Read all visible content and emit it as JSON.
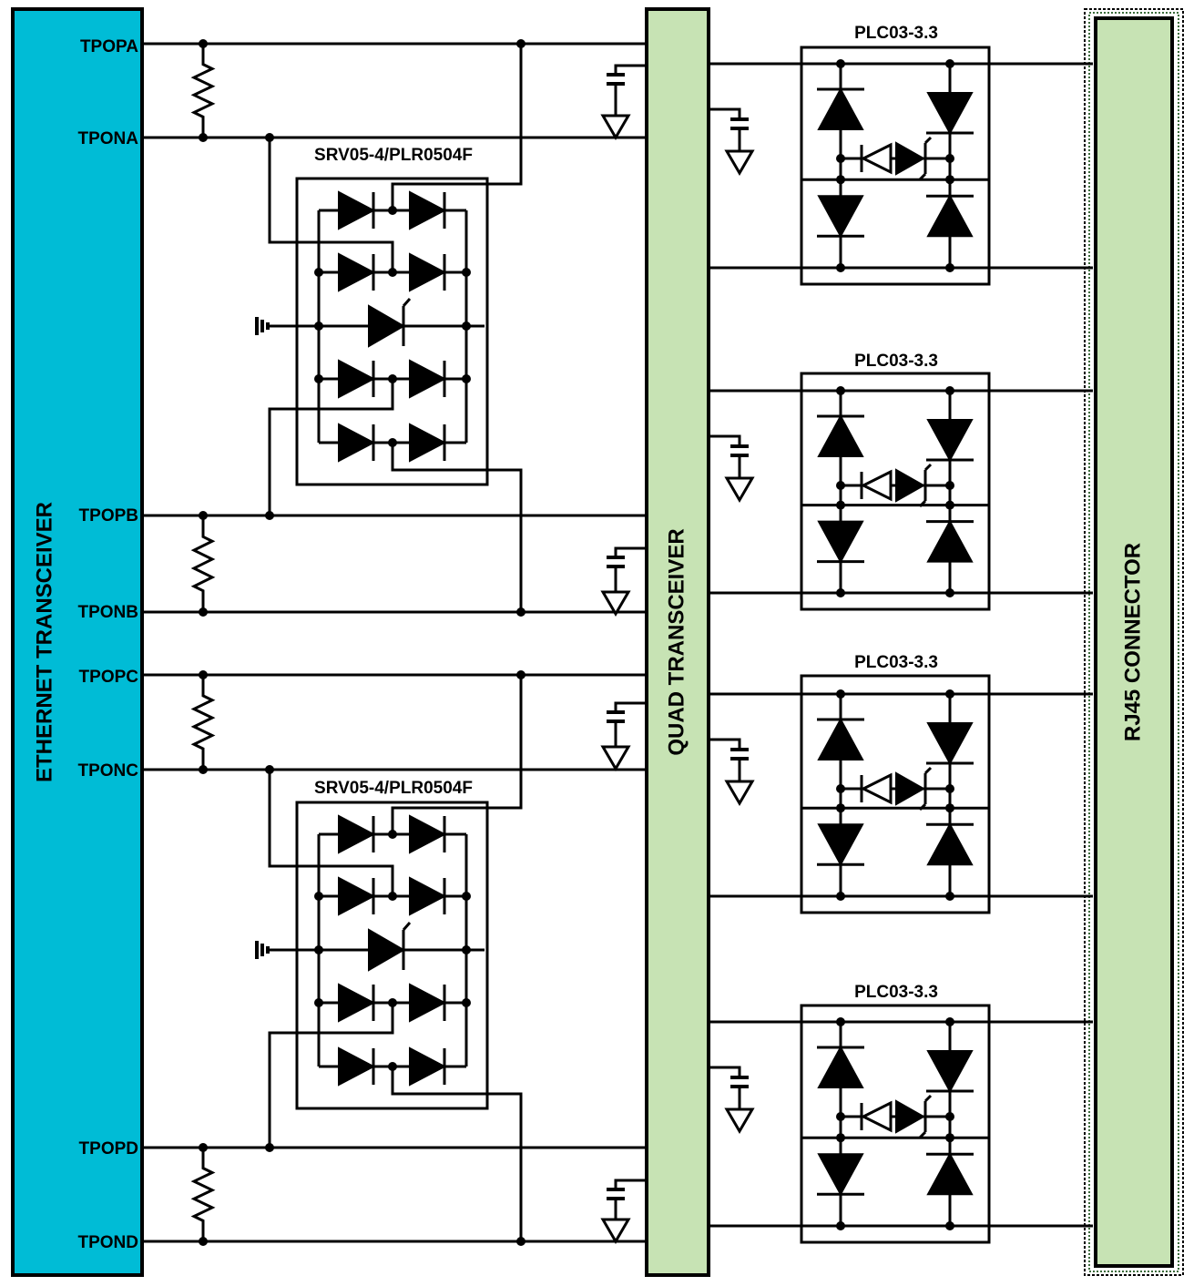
{
  "blocks": {
    "ethernet": {
      "label": "ETHERNET TRANSCEIVER",
      "color": "#00BCD6"
    },
    "quad": {
      "label": "QUAD TRANSCEIVER",
      "color": "#C7E3B4"
    },
    "rj45": {
      "label": "RJ45 CONNECTOR",
      "color": "#C7E3B4"
    }
  },
  "pins": [
    "TPOPA",
    "TPONA",
    "TPOPB",
    "TPONB",
    "TPOPC",
    "TPONC",
    "TPOPD",
    "TPOND"
  ],
  "srv_parts": [
    "SRV05-4/PLR0504F",
    "SRV05-4/PLR0504F"
  ],
  "plc_parts": [
    "PLC03-3.3",
    "PLC03-3.3",
    "PLC03-3.3",
    "PLC03-3.3"
  ]
}
